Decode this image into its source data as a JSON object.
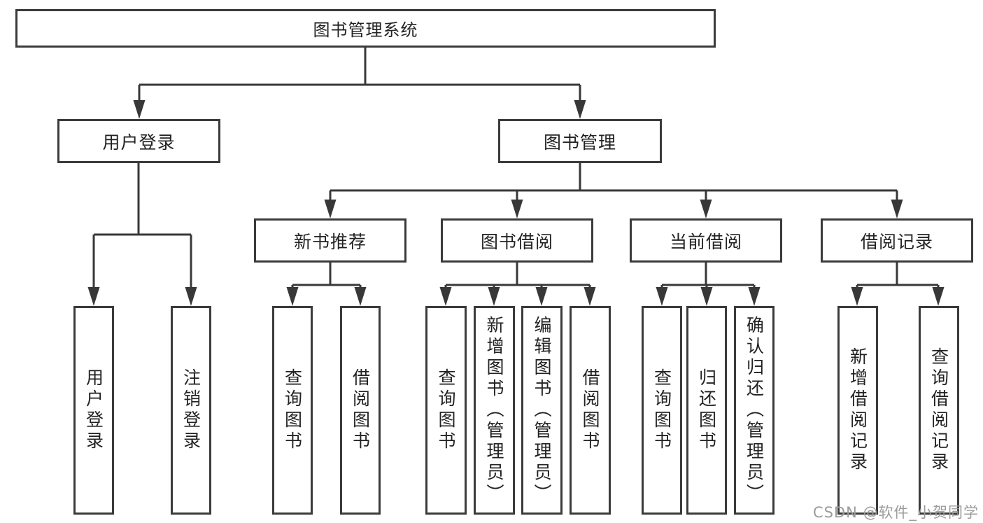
{
  "watermark": "CSDN @软件_小贺同学",
  "colors": {
    "line": "#383838",
    "border": "#3b3b3b",
    "text": "#222222",
    "watermark_text": "#9c9c9c",
    "background": "#ffffff"
  },
  "tree": {
    "label": "图书管理系统",
    "children": [
      {
        "label": "用户登录",
        "children": [
          {
            "label": "用户登录"
          },
          {
            "label": "注销登录"
          }
        ]
      },
      {
        "label": "图书管理",
        "children": [
          {
            "label": "新书推荐",
            "children": [
              {
                "label": "查询图书"
              },
              {
                "label": "借阅图书"
              }
            ]
          },
          {
            "label": "图书借阅",
            "children": [
              {
                "label": "查询图书"
              },
              {
                "label": "新增图书（管理员）"
              },
              {
                "label": "编辑图书（管理员）"
              },
              {
                "label": "借阅图书"
              }
            ]
          },
          {
            "label": "当前借阅",
            "children": [
              {
                "label": "查询图书"
              },
              {
                "label": "归还图书"
              },
              {
                "label": "确认归还（管理员）"
              }
            ]
          },
          {
            "label": "借阅记录",
            "children": [
              {
                "label": "新增借阅记录"
              },
              {
                "label": "查询借阅记录"
              }
            ]
          }
        ]
      }
    ]
  }
}
